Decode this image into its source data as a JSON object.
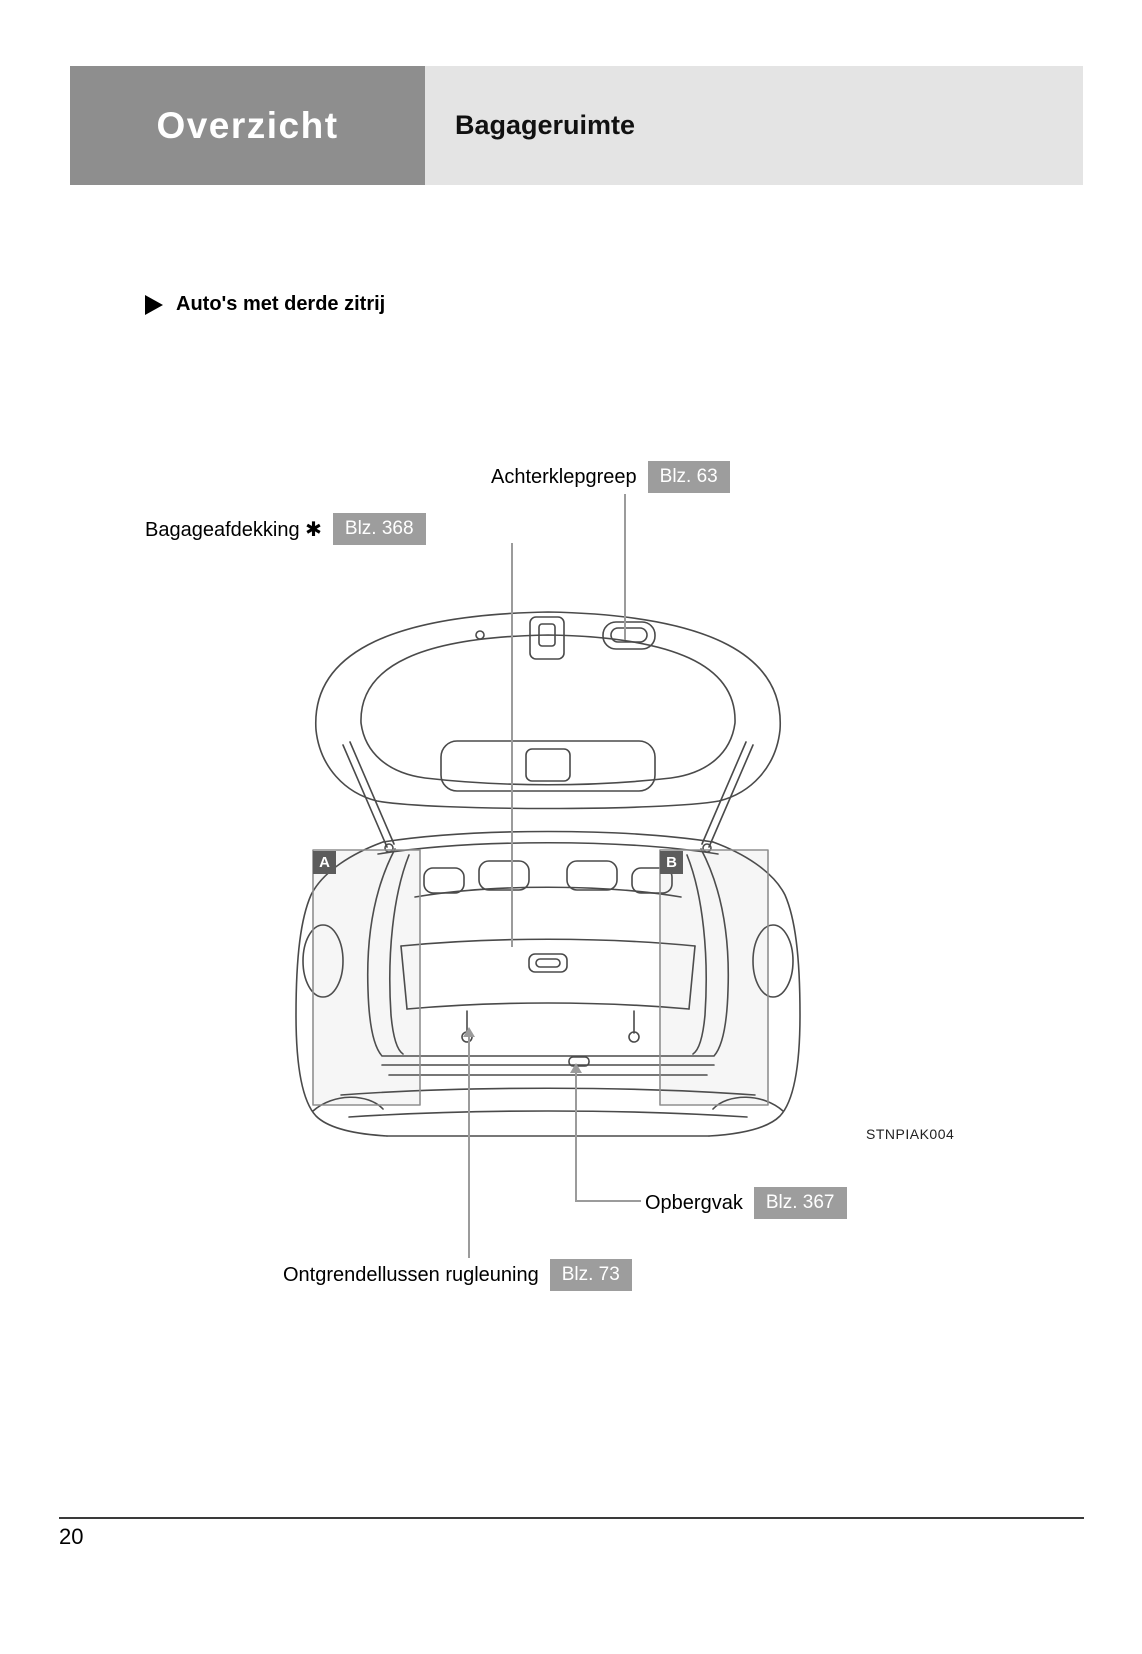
{
  "header": {
    "section_title": "Overzicht",
    "page_title": "Bagageruimte"
  },
  "subheading": {
    "label": "Auto's met derde zitrij"
  },
  "callouts": [
    {
      "label": "Achterklepgreep",
      "ref": "Blz. 63"
    },
    {
      "label": "Bagageafdekking ✱",
      "ref": "Blz. 368"
    },
    {
      "label": "Opbergvak",
      "ref": "Blz. 367"
    },
    {
      "label": "Ontgrendellussen rugleuning",
      "ref": "Blz. 73"
    }
  ],
  "figure": {
    "code": "STNPIAK004",
    "marker_a": "A",
    "marker_b": "B"
  },
  "footer": {
    "page_number": "20"
  },
  "colors": {
    "header_box": "#8e8e8e",
    "header_bar": "#e4e4e4",
    "badge": "#9d9d9d",
    "line_art": "#4a4a4a"
  }
}
